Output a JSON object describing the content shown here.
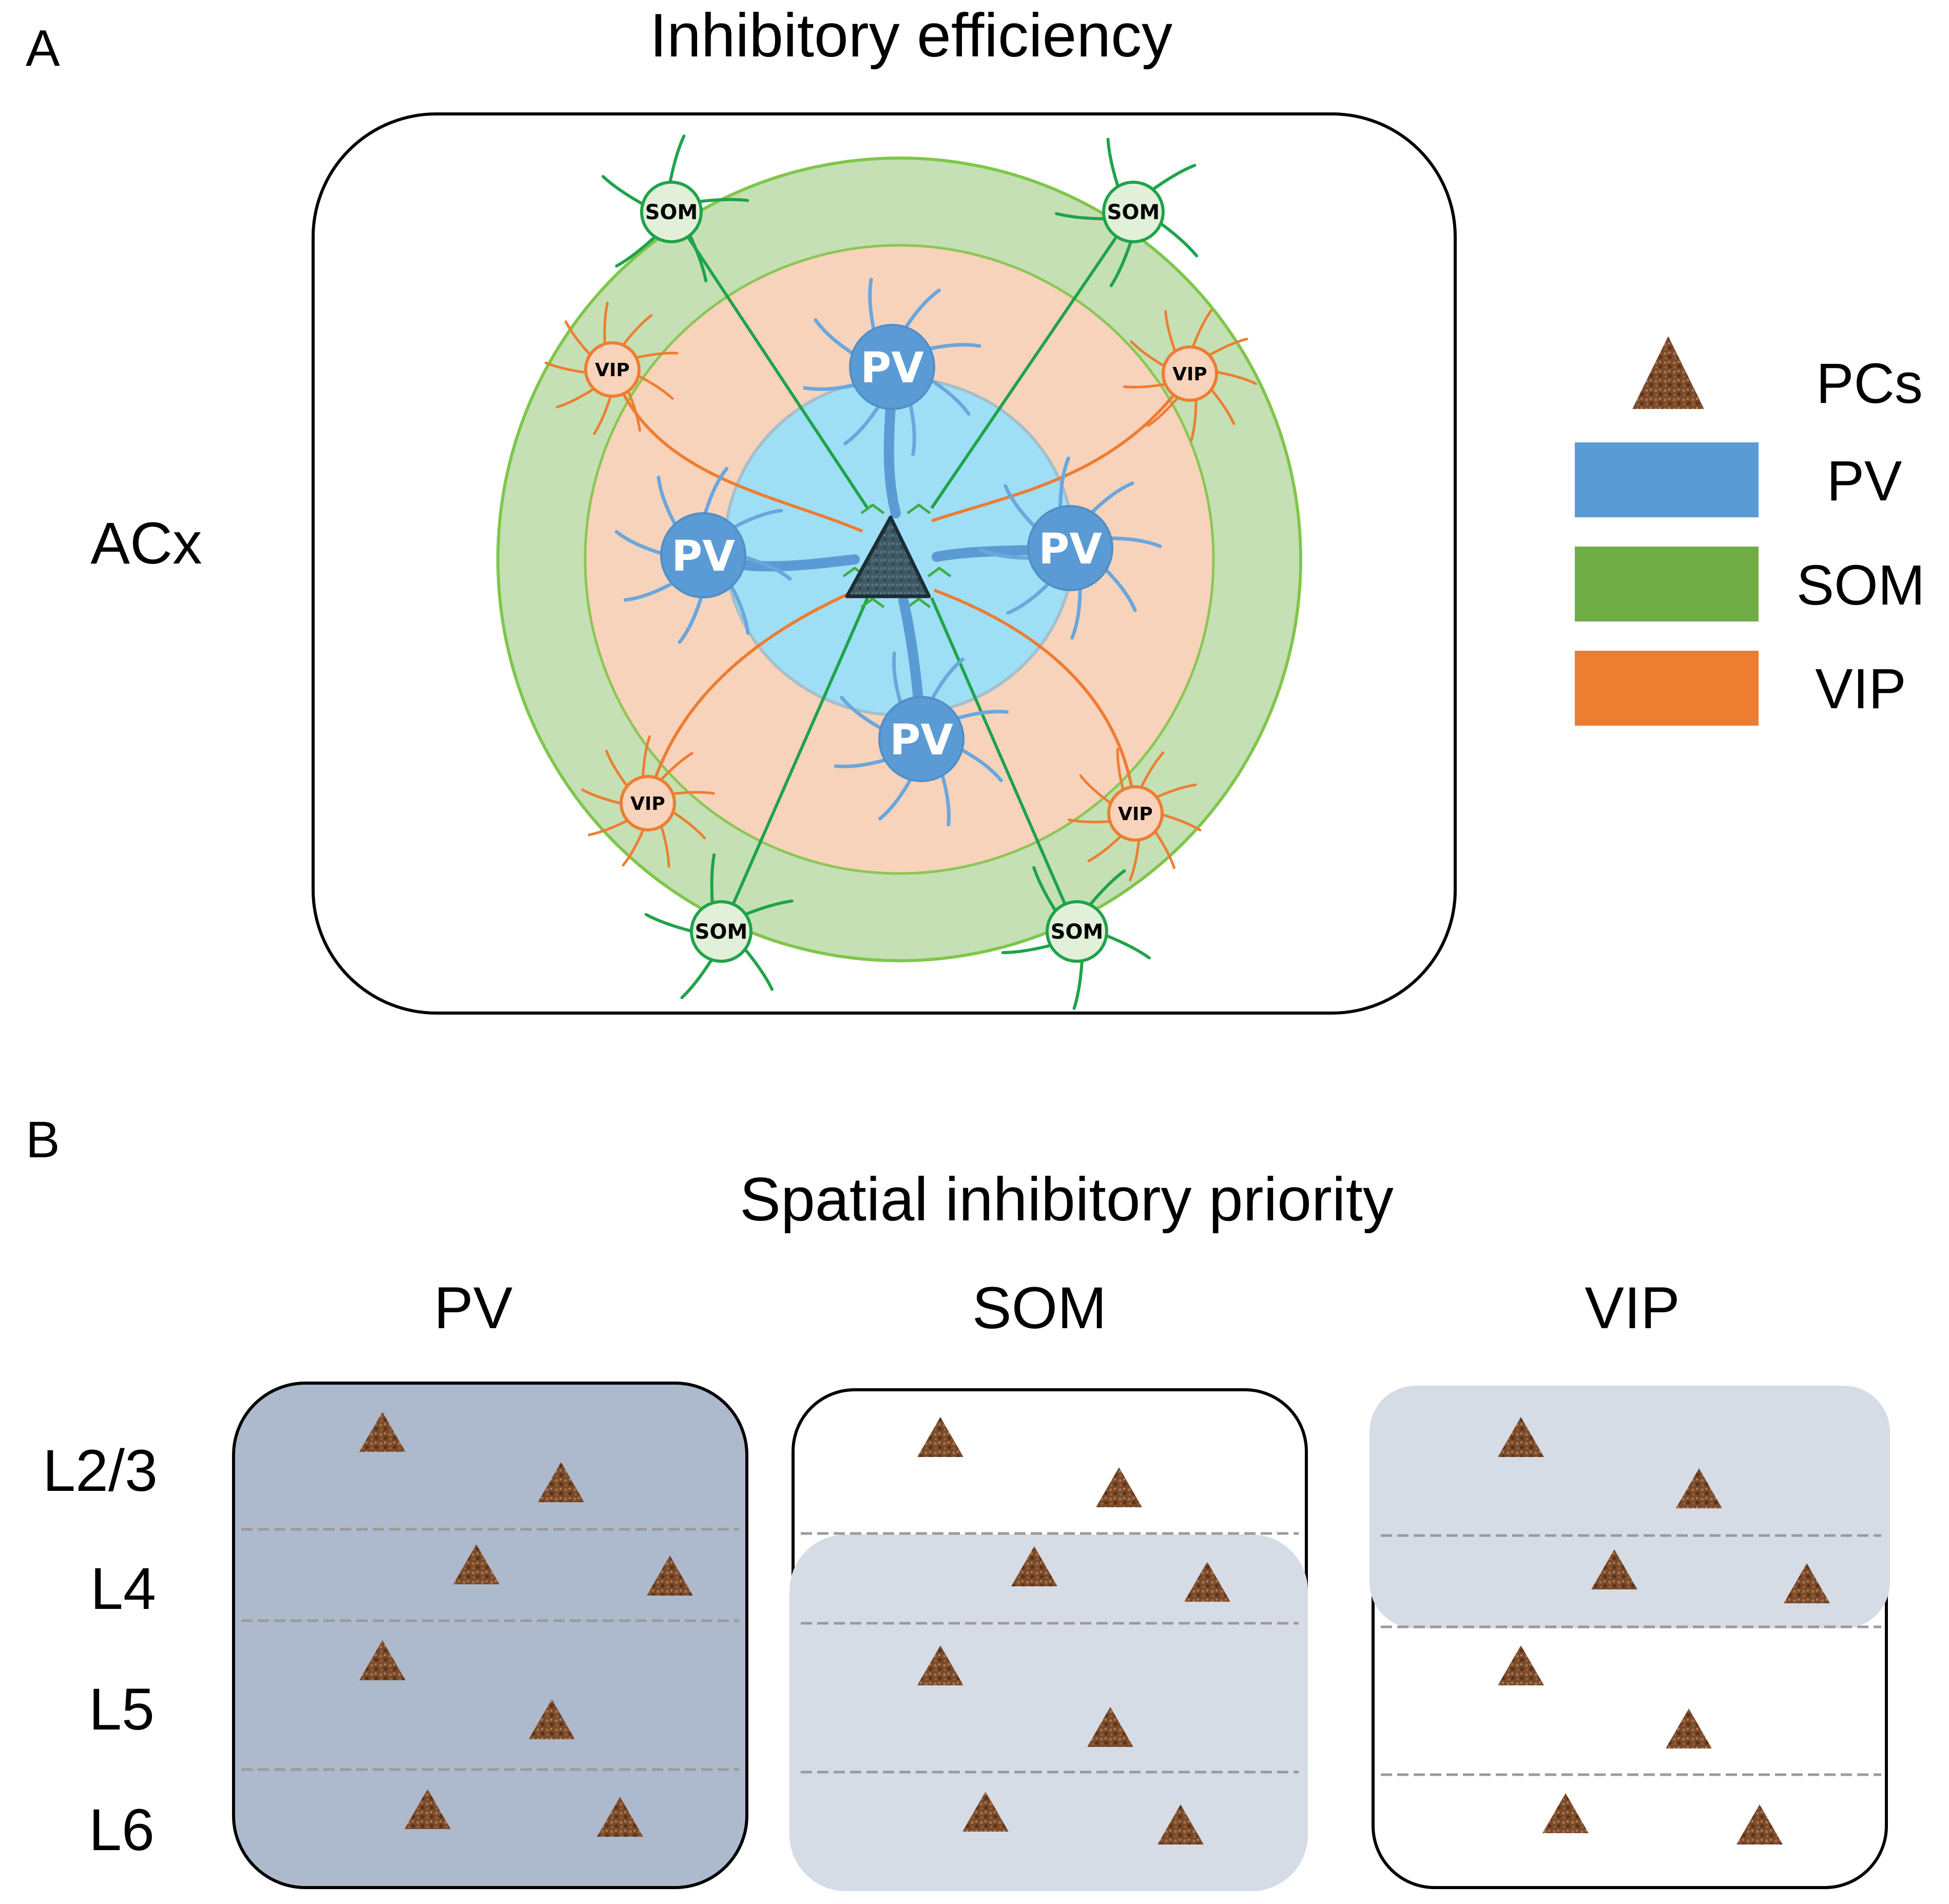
{
  "panel_a": {
    "letter": "A",
    "title": "Inhibitory efficiency",
    "region_label": "ACx",
    "cells": {
      "pv": "PV",
      "som": "SOM",
      "vip": "VIP"
    },
    "legend": [
      {
        "label": "PCs",
        "symbol": "triangle",
        "color": "#7a4a2a"
      },
      {
        "label": "PV",
        "symbol": "bar",
        "color": "#5b9bd5"
      },
      {
        "label": "SOM",
        "symbol": "bar",
        "color": "#70ad47"
      },
      {
        "label": "VIP",
        "symbol": "bar",
        "color": "#ed7d31"
      }
    ]
  },
  "panel_b": {
    "letter": "B",
    "title": "Spatial inhibitory priority",
    "layers": [
      "L2/3",
      "L4",
      "L5",
      "L6"
    ],
    "columns": [
      {
        "label": "PV",
        "shaded_layers": [
          "L2/3",
          "L4",
          "L5",
          "L6"
        ],
        "shade": "#adb9cc"
      },
      {
        "label": "SOM",
        "shaded_layers": [
          "L4",
          "L5",
          "L6"
        ],
        "shade": "#d6dce6"
      },
      {
        "label": "VIP",
        "shaded_layers": [
          "L2/3",
          "L4"
        ],
        "shade": "#d6dce6"
      }
    ]
  },
  "colors": {
    "pv": "#5b9bd5",
    "som": "#70ad47",
    "vip": "#ed7d31",
    "pc": "#7a4a2a",
    "inner_disc": "#9edff6",
    "vip_ring": "#f8d3bc",
    "som_ring": "#c5e0b4"
  }
}
